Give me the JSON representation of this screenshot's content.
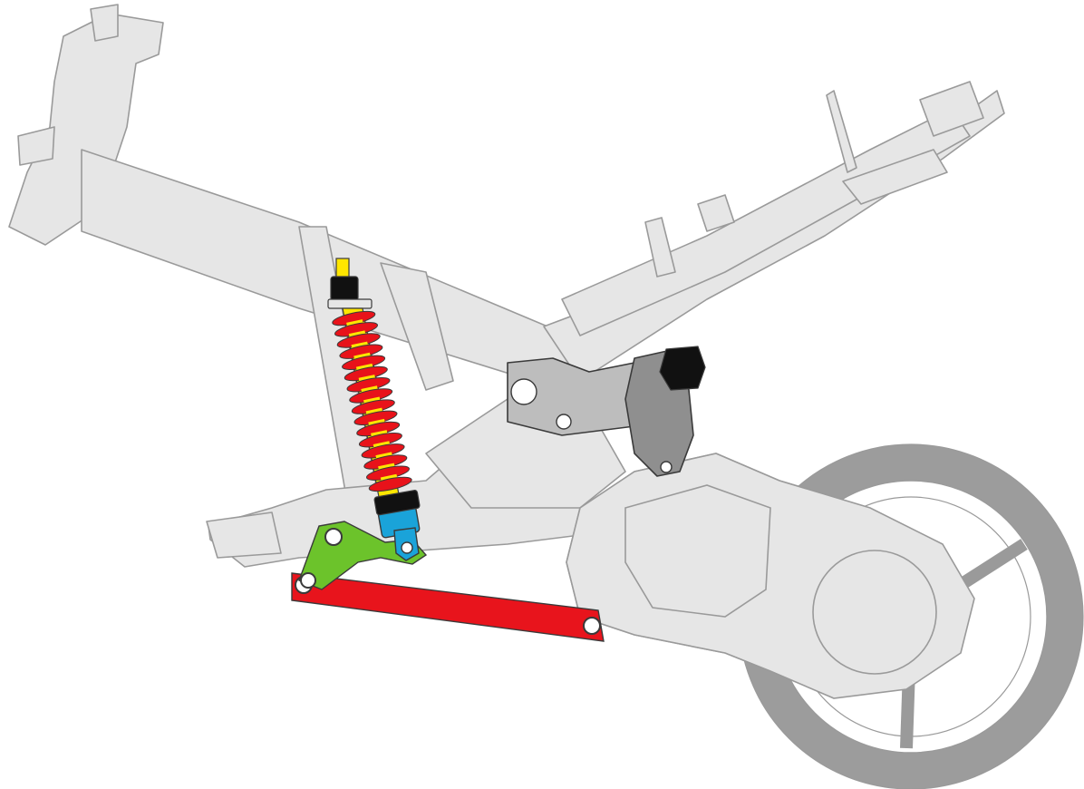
{
  "colors": {
    "background": "#ffffff",
    "frame_fill": "#e6e6e6",
    "frame_stroke": "#9a9a9a",
    "outline": "#3a3a3a",
    "dark_gray": "#8f8f8f",
    "medium_gray": "#bdbdbd",
    "tire": "#9c9c9c",
    "spring": "#e8121a",
    "spring_inner": "#ffe600",
    "damper_body": "#1aa3d9",
    "rocker_link": "#6cc32b",
    "pull_rod": "#e8141c",
    "black": "#111111"
  },
  "components": [
    {
      "id": "main-frame",
      "icon": "frame-rails"
    },
    {
      "id": "shock-absorber",
      "icon": "coilover-shock"
    },
    {
      "id": "rocker-link",
      "icon": "bellcrank"
    },
    {
      "id": "pull-rod",
      "icon": "linkage-bar"
    },
    {
      "id": "engine-swingarm",
      "icon": "engine-casing"
    },
    {
      "id": "rear-wheel",
      "icon": "wheel"
    },
    {
      "id": "engine-mount",
      "icon": "mount-bracket"
    }
  ]
}
